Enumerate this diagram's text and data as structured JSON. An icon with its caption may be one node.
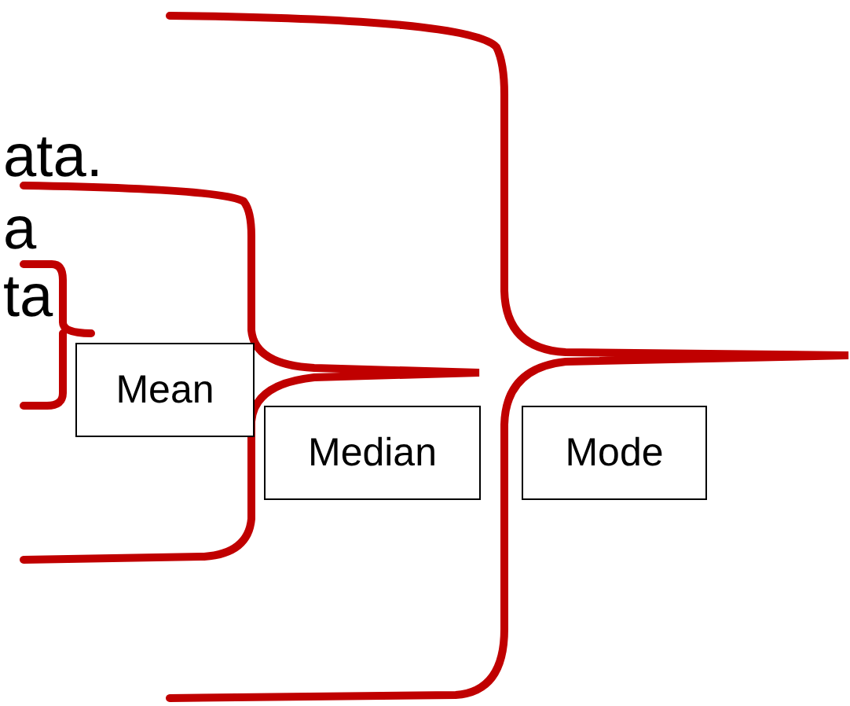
{
  "diagram": {
    "nodes": [
      {
        "text": [
          "Mean"
        ]
      },
      {
        "text": [
          "Median"
        ]
      },
      {
        "text": [
          "Mode"
        ]
      }
    ],
    "labels": [
      "ata.",
      "a",
      "ta"
    ]
  }
}
